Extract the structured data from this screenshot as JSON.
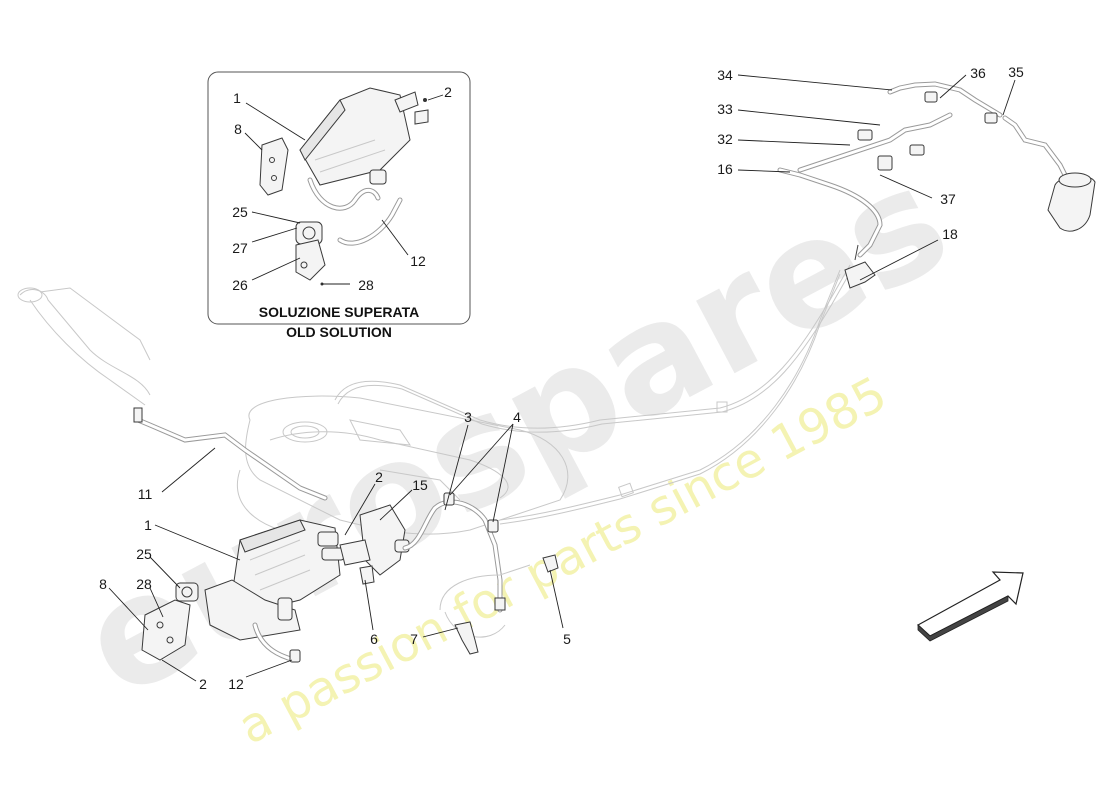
{
  "inset": {
    "title_line1": "SOLUZIONE SUPERATA",
    "title_line2": "OLD SOLUTION",
    "labels": [
      "1",
      "2",
      "8",
      "25",
      "27",
      "26",
      "28",
      "12"
    ]
  },
  "main_labels": [
    "34",
    "36",
    "35",
    "33",
    "32",
    "16",
    "37",
    "18",
    "3",
    "4",
    "2",
    "15",
    "1",
    "11",
    "25",
    "28",
    "8",
    "6",
    "7",
    "5",
    "2",
    "12"
  ],
  "watermark": {
    "brand": "eurospares",
    "tagline": "a passion for parts since 1985"
  },
  "direction_arrow": "arrow-icon"
}
